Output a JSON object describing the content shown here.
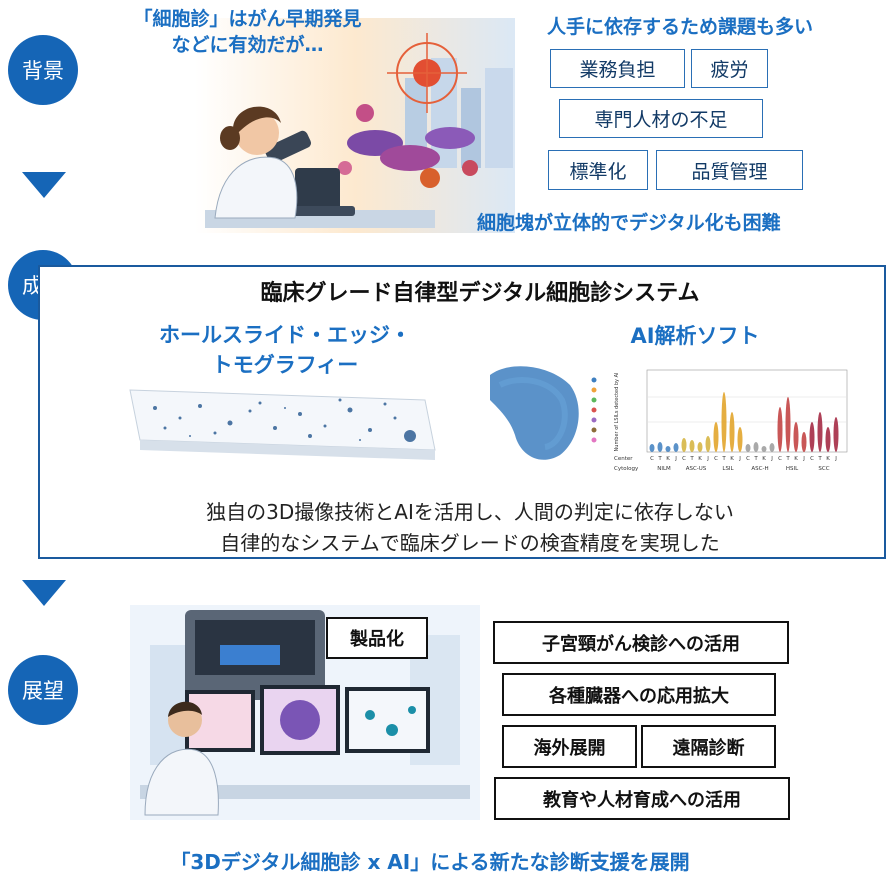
{
  "sections": {
    "background": "背景",
    "result": "成果",
    "outlook": "展望"
  },
  "background": {
    "intro_line1": "「細胞診」はがん早期発見",
    "intro_line2": "などに有効だが…",
    "issues_title": "人手に依存するため課題も多い",
    "tags": [
      "業務負担",
      "疲労",
      "専門人材の不足",
      "標準化",
      "品質管理"
    ],
    "footer": "細胞塊が立体的でデジタル化も困難"
  },
  "result": {
    "title": "臨床グレード自律型デジタル細胞診システム",
    "left_label_line1": "ホールスライド・エッジ・",
    "left_label_line2": "トモグラフィー",
    "right_label": "AI解析ソフト",
    "desc_line1": "独自の3D撮像技術とAIを活用し、人間の判定に依存しない",
    "desc_line2": "自律的なシステムで臨床グレードの検査精度を実現した",
    "chart_ylabel": "Number of LSILs detected by AI",
    "chart_row1_label": "Center",
    "chart_row2_label": "Cytology",
    "chart_centers": [
      "C",
      "T",
      "K",
      "J",
      "C",
      "T",
      "K",
      "J",
      "C",
      "T",
      "K",
      "J",
      "C",
      "T",
      "K",
      "J",
      "C",
      "T",
      "K",
      "J",
      "C",
      "T",
      "K",
      "J"
    ],
    "chart_groups": [
      "NILM",
      "ASC-US",
      "LSIL",
      "ASC-H",
      "HSIL",
      "SCC"
    ]
  },
  "outlook": {
    "product": "製品化",
    "items": [
      "子宮頸がん検診への活用",
      "各種臓器への応用拡大",
      "海外展開",
      "遠隔診断",
      "教育や人材育成への活用"
    ],
    "footer": "「3Dデジタル細胞診 x AI」による新たな診断支援を展開"
  },
  "colors": {
    "primary_blue": "#1565b6",
    "text_blue": "#1b6fc2",
    "tag_border": "#2a6fb5"
  }
}
